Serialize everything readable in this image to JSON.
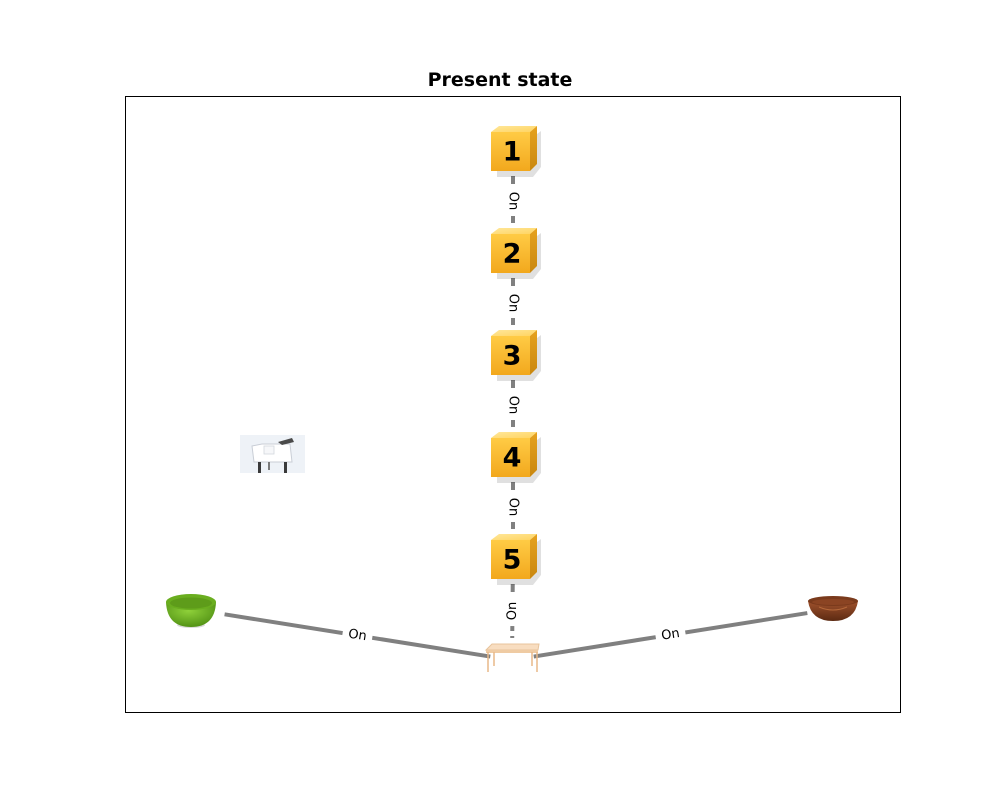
{
  "title": "Present state",
  "nodes": [
    {
      "id": "block-1",
      "kind": "block",
      "label": "1"
    },
    {
      "id": "block-2",
      "kind": "block",
      "label": "2"
    },
    {
      "id": "block-3",
      "kind": "block",
      "label": "3"
    },
    {
      "id": "block-4",
      "kind": "block",
      "label": "4"
    },
    {
      "id": "block-5",
      "kind": "block",
      "label": "5"
    },
    {
      "id": "table",
      "kind": "table-icon"
    },
    {
      "id": "green-bowl",
      "kind": "green-bowl-icon"
    },
    {
      "id": "wooden-bowl",
      "kind": "wooden-bowl-icon"
    },
    {
      "id": "robot-gripper",
      "kind": "robot-gripper-icon"
    }
  ],
  "edges": [
    {
      "from": "block-1",
      "to": "block-2",
      "label": "On"
    },
    {
      "from": "block-2",
      "to": "block-3",
      "label": "On"
    },
    {
      "from": "block-3",
      "to": "block-4",
      "label": "On"
    },
    {
      "from": "block-4",
      "to": "block-5",
      "label": "On"
    },
    {
      "from": "block-5",
      "to": "table",
      "label": "On"
    },
    {
      "from": "green-bowl",
      "to": "table",
      "label": "On"
    },
    {
      "from": "wooden-bowl",
      "to": "table",
      "label": "On"
    }
  ],
  "colors": {
    "edge": "#808080",
    "block_light": "#FFD65C",
    "block_mid": "#F7B731",
    "block_dark": "#D99413",
    "green_bowl": "#6AAE1F",
    "wooden_bowl": "#7A3A1C",
    "table": "#F8DDC0"
  }
}
